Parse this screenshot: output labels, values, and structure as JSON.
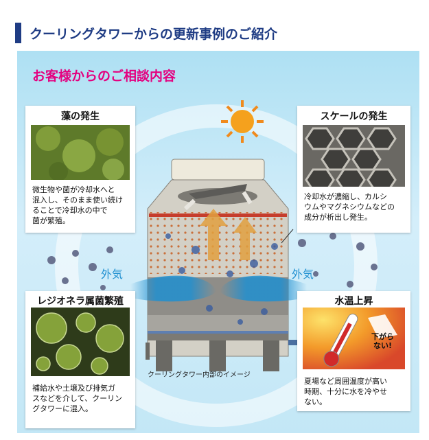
{
  "header": {
    "title": "クーリングタワーからの更新事例のご紹介"
  },
  "consult_title": "お客様からのご相談内容",
  "cards": [
    {
      "title": "藻の発生",
      "text": [
        "微生物や菌が冷却水へと",
        "混入し、そのまま使い続け",
        "ることで冷却水の中で",
        "菌が繁殖。"
      ]
    },
    {
      "title": "スケールの発生",
      "text": [
        "冷却水が濃縮し、カルシ",
        "ウムやマグネシウムなどの",
        "成分が析出し発生。"
      ]
    },
    {
      "title": "レジオネラ属菌繁殖",
      "text": [
        "補給水や土壌及び排気ガ",
        "スなどを介して、クーリン",
        "グタワーに混入。"
      ]
    },
    {
      "title": "水温上昇",
      "text": [
        "夏場など周囲温度が高い",
        "時期、十分に水を冷やせ",
        "ない。"
      ],
      "badge": [
        "下がら",
        "ない!"
      ]
    }
  ],
  "air_label": "外気",
  "tower_caption": "クーリングタワー内部のイメージ",
  "colors": {
    "header_bar": "#1f3c84",
    "accent_pink": "#e4007f",
    "air_blue": "#1f8fd0"
  }
}
